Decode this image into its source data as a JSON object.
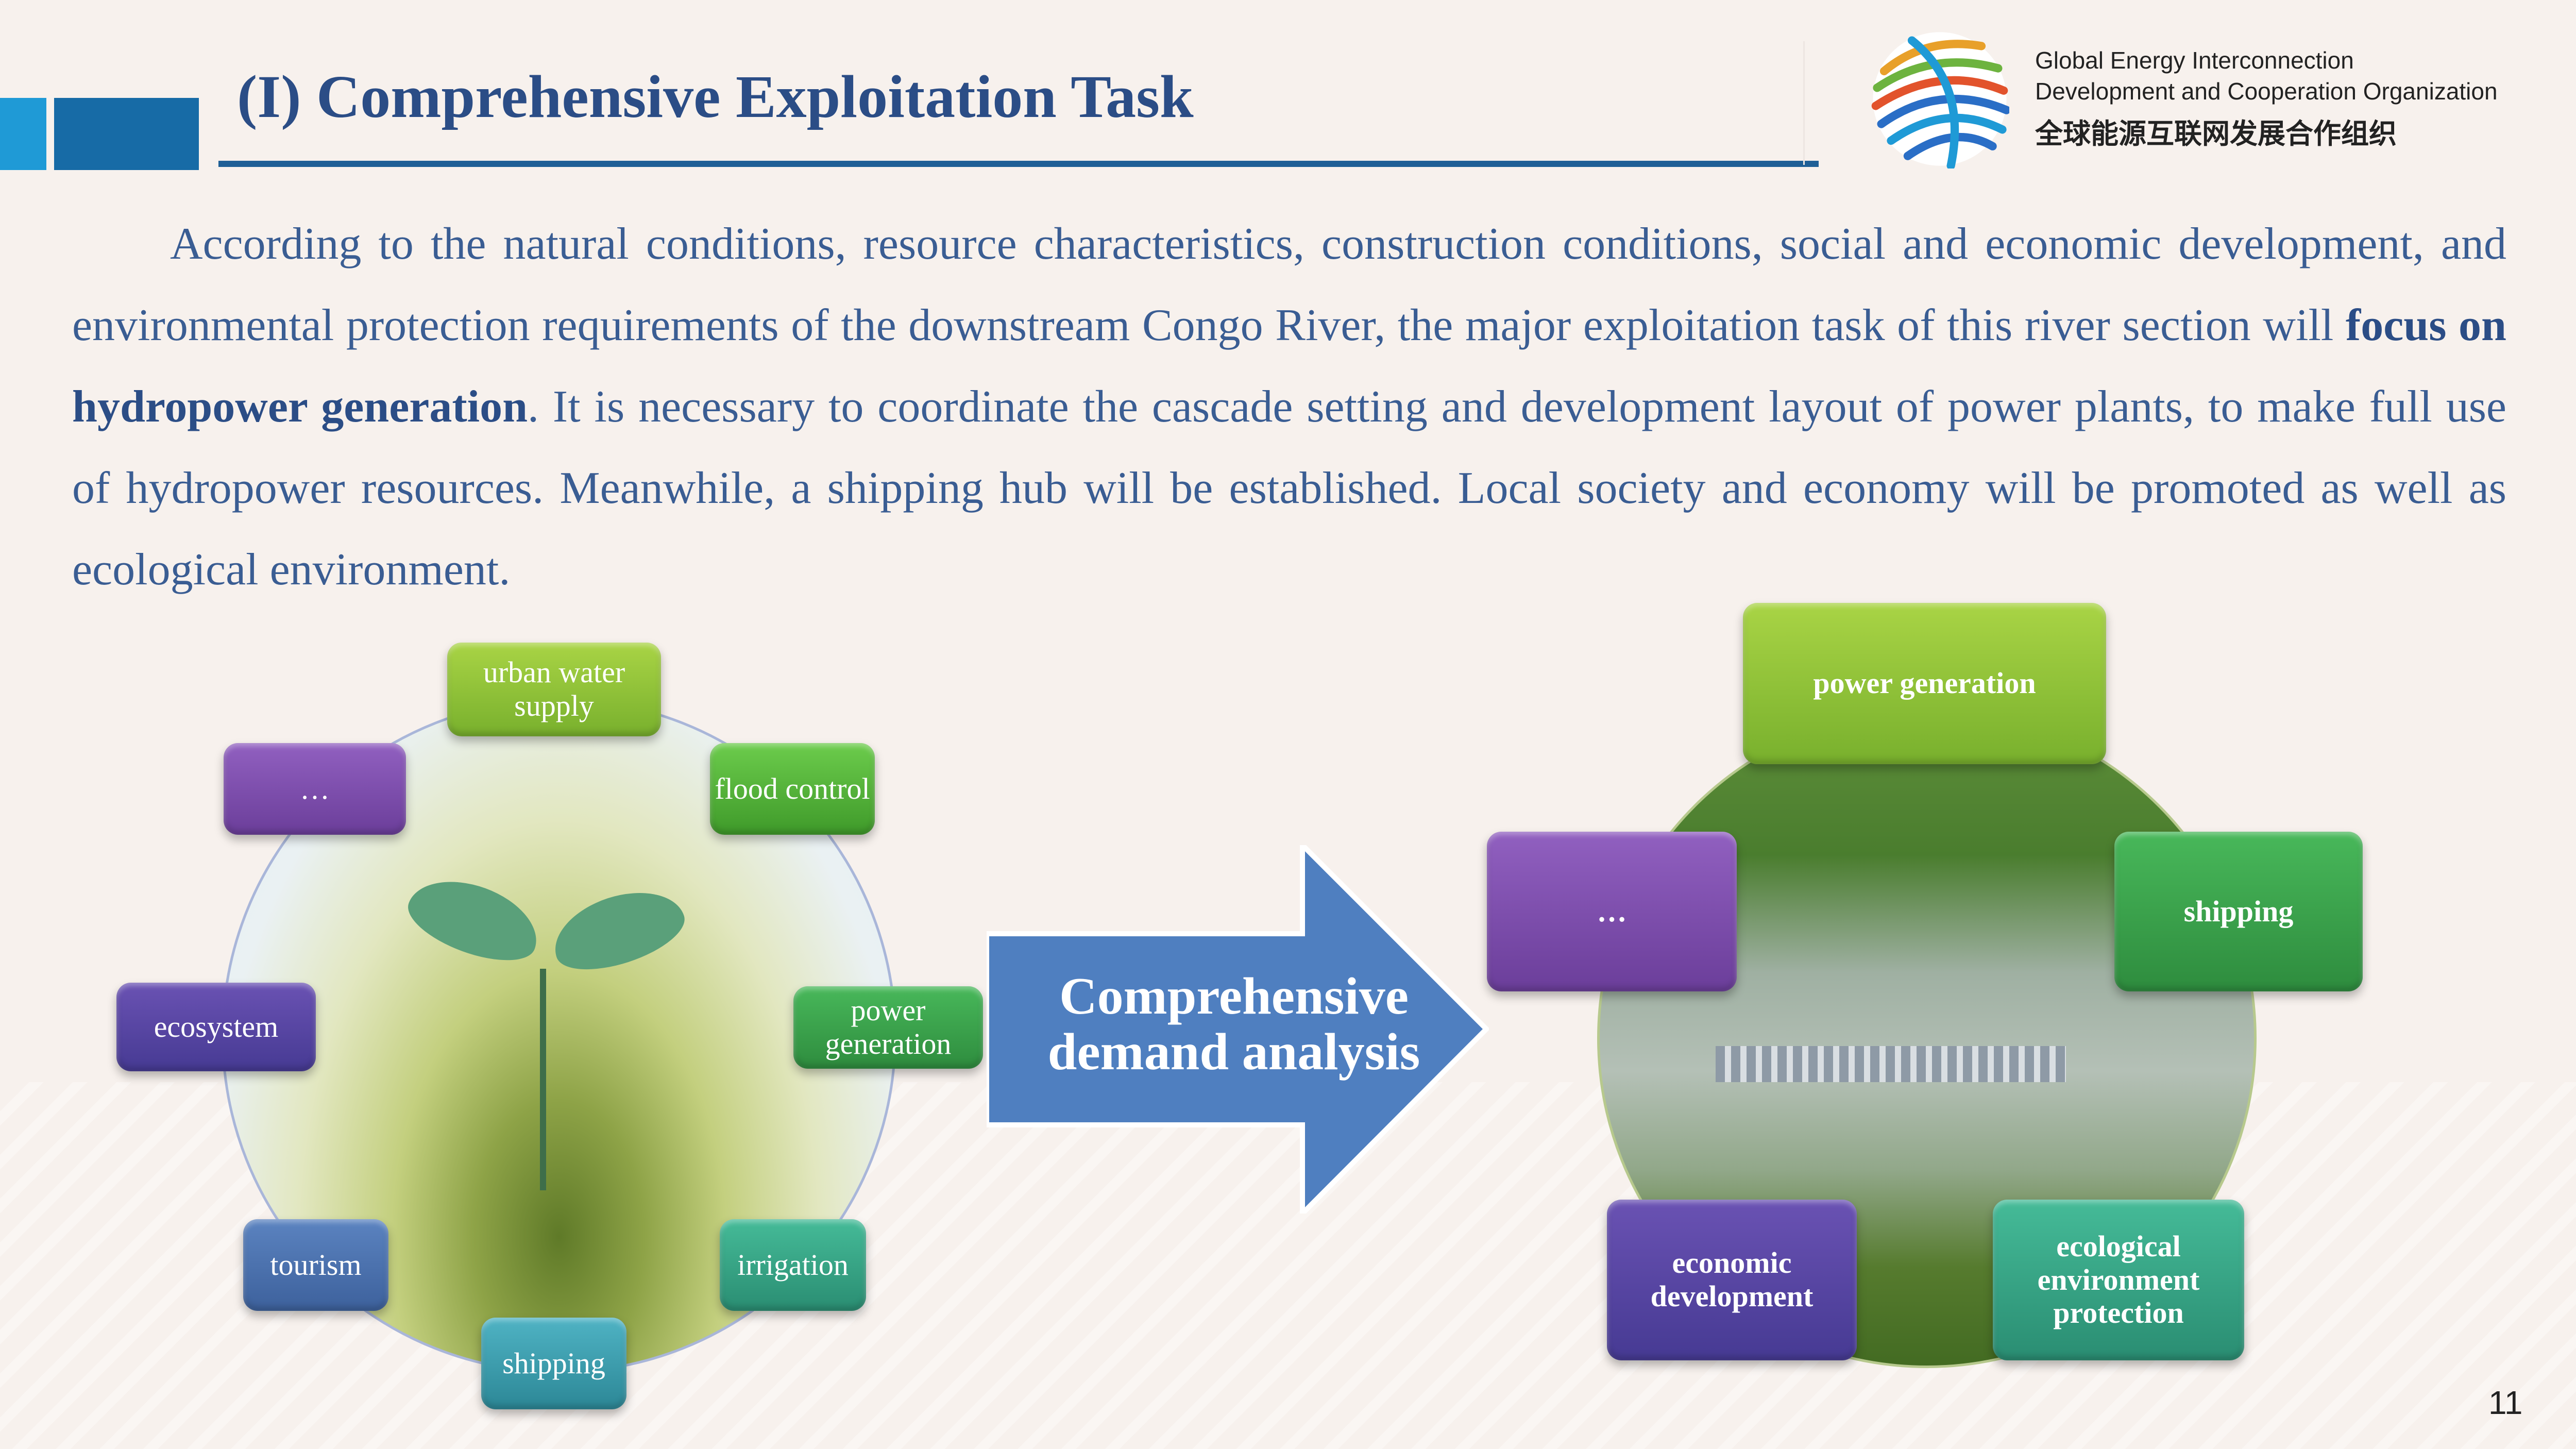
{
  "header": {
    "title": "(I) Comprehensive Exploitation Task",
    "logo": {
      "line1": "Global Energy Interconnection",
      "line2": "Development and Cooperation Organization",
      "line3": "全球能源互联网发展合作组织"
    }
  },
  "paragraph": {
    "part1": "According to the natural conditions, resource characteristics, construction conditions, social and economic development, and environmental protection requirements of the downstream Congo River, the major exploitation task of this river section will ",
    "bold": "focus on hydropower generation",
    "part2": ". It is necessary to coordinate the cascade setting and development layout of power plants, to make full use of hydropower resources. Meanwhile, a shipping hub will be established. Local society and economy will be promoted as well as ecological environment."
  },
  "left_diagram": {
    "items": [
      "urban water supply",
      "flood control",
      "power generation",
      "irrigation",
      "shipping",
      "tourism",
      "ecosystem",
      "…"
    ]
  },
  "arrow": {
    "label": "Comprehensive demand analysis"
  },
  "right_diagram": {
    "items": [
      "power generation",
      "shipping",
      "ecological environment protection",
      "economic development",
      "…"
    ]
  },
  "page_number": "11",
  "colors": {
    "title": "#2b4d86",
    "body_text": "#3a5d93",
    "arrow": "#4f7fc0",
    "rule": "#1f5f96"
  }
}
